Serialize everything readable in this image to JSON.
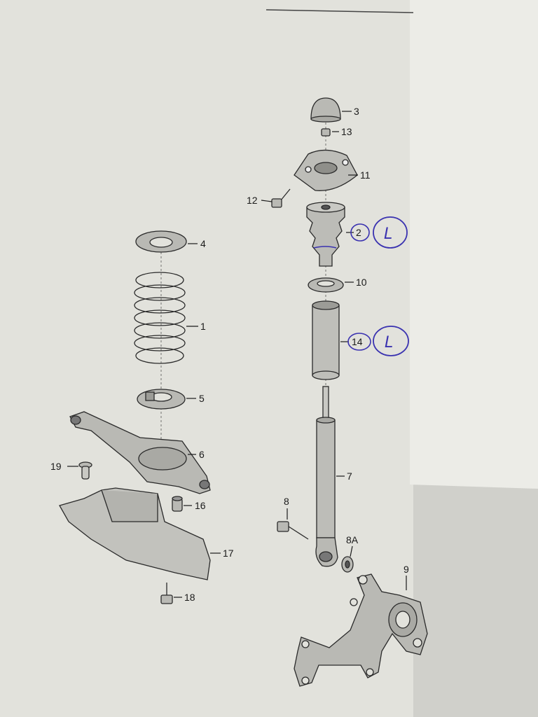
{
  "diagram": {
    "callouts": {
      "p1": "1",
      "p2": "2",
      "p3": "3",
      "p4": "4",
      "p5": "5",
      "p6": "6",
      "p7": "7",
      "p8": "8",
      "p8a": "8A",
      "p9": "9",
      "p10": "10",
      "p11": "11",
      "p12": "12",
      "p13": "13",
      "p14": "14",
      "p16": "16",
      "p17": "17",
      "p18": "18",
      "p19": "19"
    },
    "handwritten": {
      "mark_2": "L",
      "mark_14": "L"
    }
  },
  "colors": {
    "paper": "#e4e4de",
    "part_fill": "#b9b9b4",
    "ink": "#3a32b0"
  }
}
